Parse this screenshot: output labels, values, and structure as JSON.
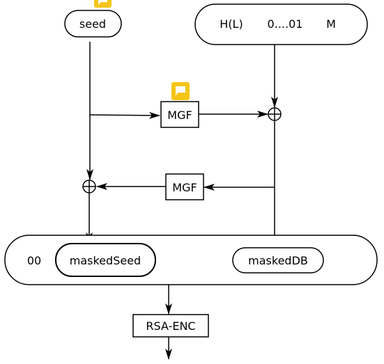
{
  "nodes": {
    "seed": "seed",
    "db_hl": "H(L)",
    "db_padding": "0....01",
    "db_m": "M",
    "mgf_top": "MGF",
    "mgf_bottom": "MGF",
    "em_prefix": "00",
    "masked_seed": "maskedSeed",
    "masked_db": "maskedDB",
    "rsa_enc": "RSA-ENC"
  },
  "icons": {
    "xor": "xor-circle-icon",
    "comment": "comment-icon",
    "comment_color": "#f5c518"
  }
}
